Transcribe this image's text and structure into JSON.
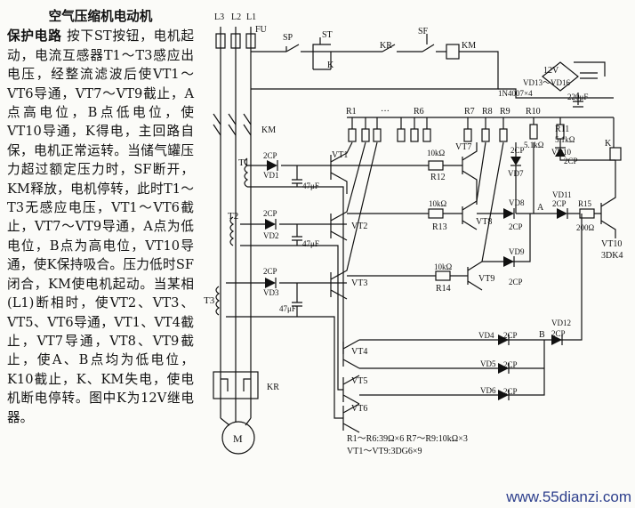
{
  "description": {
    "title": "空气压缩机电动机",
    "lead": "保护电路",
    "body": "按下ST按钮，电机起动，电流互感器T1～T3感应出电压，经整流滤波后使VT1～VT6导通，VT7～VT9截止，A点高电位，B点低电位，使VT10导通，K得电，主回路自保，电机正常运转。当储气罐压力超过额定压力时，SF断开，KM释放，电机停转，此时T1～T3无感应电压，VT1～VT6截止，VT7～VT9导通，A点为低电位，B点为高电位，VT10导通，使K保持吸合。压力低时SF闭合，KM使电机起动。当某相(L1)断相时，使VT2、VT3、VT5、VT6导通，VT1、VT4截止，VT7导通，VT8、VT9截止，使A、B点均为低电位，K10截止，K、KM失电，使电机断电停转。图中K为12V继电器。"
  },
  "labels": {
    "l3": "L3",
    "l2": "L2",
    "l1": "L1",
    "fu": "FU",
    "sp": "SP",
    "st": "ST",
    "k_contact": "K",
    "kr_top": "KR",
    "sf": "SF",
    "km_coil": "KM",
    "v12": "12V",
    "vd13": "VD13～VD16",
    "n4007": "1N4007×4",
    "c220": "220μF",
    "r1": "R1",
    "dots": "···",
    "r6": "R6",
    "r7": "R7",
    "r8": "R8",
    "r9": "R9",
    "r10": "R10",
    "r11": "R11",
    "km_main": "KM",
    "t1": "T1",
    "t2": "T2",
    "t3": "T3",
    "cp1": "2CP",
    "vd1": "VD1",
    "c1": "47μF",
    "cp2": "2CP",
    "vd2": "VD2",
    "c2": "47μF",
    "cp3": "2CP",
    "vd3": "VD3",
    "c3": "47μF",
    "vt1": "VT1",
    "vt2": "VT2",
    "vt3": "VT3",
    "vt4": "VT4",
    "vt5": "VT5",
    "vt6": "VT6",
    "r12v": "10kΩ",
    "r12": "R12",
    "vt7": "VT7",
    "r13v": "10kΩ",
    "r13": "R13",
    "vt8": "VT8",
    "r14v": "10kΩ",
    "r14": "R14",
    "vt9": "VT9",
    "cp7": "2CP",
    "vd7": "VD7",
    "r10v": "5.1kΩ",
    "vd8": "VD8",
    "cp8": "2CP",
    "vd9": "VD9",
    "cp9": "2CP",
    "pointA": "A",
    "pointB": "B",
    "vd11": "VD11",
    "cp11": "2CP",
    "r15": "R15",
    "r15v": "200Ω",
    "r11v": "5.1kΩ",
    "vd10": "VD10",
    "cp10": "2CP",
    "k_relay": "K",
    "vt10": "VT10",
    "dk4": "3DK4",
    "vd4": "VD4",
    "cp4": "2CP",
    "vd5": "VD5",
    "cp5": "2CP",
    "vd6": "VD6",
    "cp6": "2CP",
    "vd12": "VD12",
    "cp12": "2CP",
    "kr": "KR",
    "motor": "M",
    "note1": "R1～R6:39Ω×6   R7～R9:10kΩ×3",
    "note2": "VT1～VT9:3DG6×9"
  },
  "watermark": "www.55dianzi.com"
}
